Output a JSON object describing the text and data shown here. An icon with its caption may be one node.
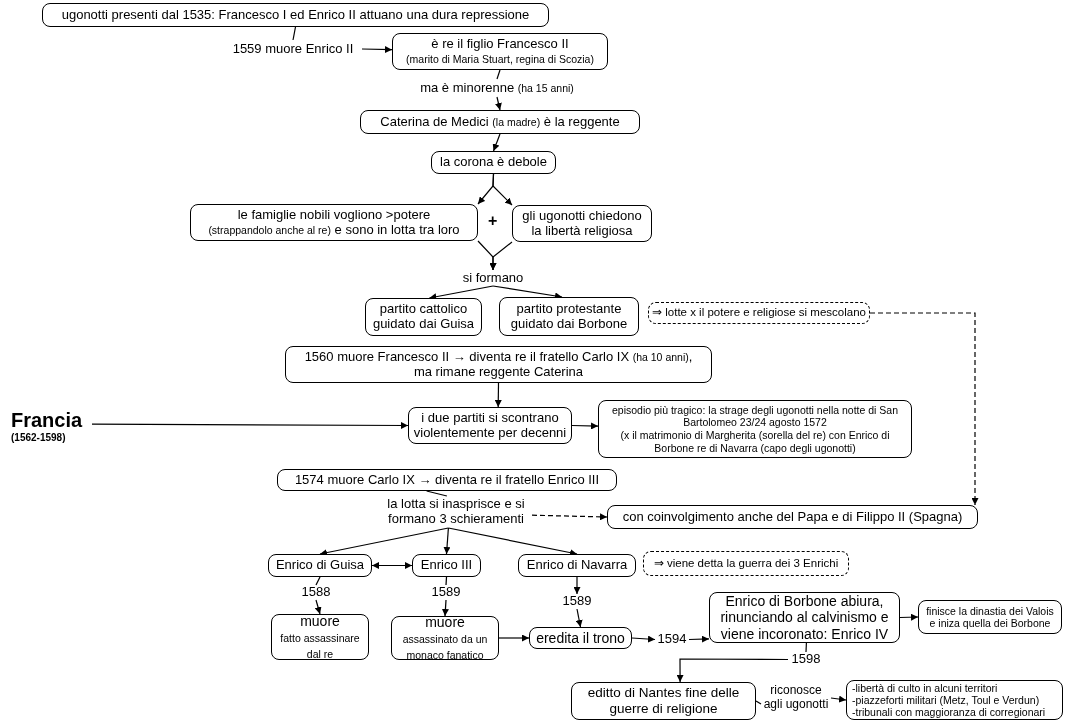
{
  "diagram": {
    "nodes": [
      {
        "text": [
          "ugonotti presenti dal 1535: Francesco I ed Enrico II attuano una dura repressione"
        ]
      },
      {
        "text": [
          "1559 muore Enrico II"
        ]
      },
      {
        "text": [
          "è re il figlio Francesco II",
          "(marito di Maria Stuart, regina di Scozia)"
        ]
      },
      {
        "text": [
          "ma è minorenne",
          "(ha 15 anni)"
        ]
      },
      {
        "text": [
          "Caterina de Medici",
          "(la madre)",
          "è la reggente"
        ]
      },
      {
        "text": [
          "la corona è debole"
        ]
      },
      {
        "text": [
          "le famiglie nobili vogliono >potere",
          "(strappandolo anche al re)",
          "e sono in lotta tra loro"
        ]
      },
      {
        "text": [
          "gli ugonotti chiedono la libertà religiosa"
        ]
      },
      {
        "text": [
          "si formano"
        ]
      },
      {
        "text": [
          "partito cattolico guidato dai Guisa"
        ]
      },
      {
        "text": [
          "partito protestante guidato dai Borbone"
        ]
      },
      {
        "text": [
          "⇒ lotte x il potere e religiose si mescolano"
        ]
      },
      {
        "text": [
          "1560 muore Francesco II → diventa re il fratello Carlo IX",
          "(ha 10 anni)",
          ",",
          "ma rimane reggente Caterina"
        ]
      },
      {
        "text": [
          "Francia",
          "(1562-1598)"
        ]
      },
      {
        "text": [
          "i due partiti si scontrano violentemente per decenni"
        ]
      },
      {
        "text": [
          "episodio più tragico: la strage degli ugonotti nella notte di San Bartolomeo 23/24 agosto 1572",
          "(x il matrimonio di Margherita (sorella del re) con Enrico di Borbone re di Navarra (capo degli ugonotti)"
        ]
      },
      {
        "text": [
          "1574 muore Carlo IX → diventa re il fratello Enrico III"
        ]
      },
      {
        "text": [
          "la lotta si inasprisce e si formano 3 schieramenti"
        ]
      },
      {
        "text": [
          "con coinvolgimento anche del Papa e di Filippo II (Spagna)"
        ]
      },
      {
        "text": [
          "Enrico di Guisa"
        ]
      },
      {
        "text": [
          "Enrico III"
        ]
      },
      {
        "text": [
          "Enrico di Navarra"
        ]
      },
      {
        "text": [
          "⇒ viene detta la guerra dei 3 Enrichi"
        ]
      },
      {
        "text": [
          "1588"
        ]
      },
      {
        "text": [
          "1589"
        ]
      },
      {
        "text": [
          "1589"
        ]
      },
      {
        "text": [
          "muore",
          "fatto assassinare dal re"
        ]
      },
      {
        "text": [
          "muore",
          "assassinato da un monaco fanatico"
        ]
      },
      {
        "text": [
          "eredita il trono"
        ]
      },
      {
        "text": [
          "1594"
        ]
      },
      {
        "text": [
          "Enrico di Borbone abiura, rinunciando al calvinismo e viene incoronato: Enrico IV"
        ]
      },
      {
        "text": [
          "finisce la dinastia dei Valois e iniza quella dei Borbone"
        ]
      },
      {
        "text": [
          "1598"
        ]
      },
      {
        "text": [
          "editto di Nantes fine delle guerre di religione"
        ]
      },
      {
        "text": [
          "riconosce agli ugonotti"
        ]
      },
      {
        "text": [
          "-libertà di culto in alcuni territori",
          "-piazzeforti militari  (Metz, Toul e Verdun)",
          "-tribunali con maggioranza di corregionari"
        ]
      }
    ],
    "edges": [
      {
        "from": 0,
        "to": 1,
        "arrow": "none"
      },
      {
        "from": 1,
        "to": 2,
        "arrow": "to"
      },
      {
        "from": 2,
        "to": 3,
        "arrow": "none"
      },
      {
        "from": 3,
        "to": 4,
        "arrow": "to"
      },
      {
        "from": 4,
        "to": 5,
        "arrow": "to"
      },
      {
        "from": 5,
        "to": 6,
        "arrow": "to"
      },
      {
        "from": 5,
        "to": 7,
        "arrow": "to"
      },
      {
        "from": 6,
        "to": 8,
        "arrow": "to"
      },
      {
        "from": 7,
        "to": 8,
        "arrow": "to"
      },
      {
        "from": 8,
        "to": 9,
        "arrow": "to"
      },
      {
        "from": 8,
        "to": 10,
        "arrow": "to"
      },
      {
        "from": 11,
        "to": 18,
        "arrow": "to",
        "style": "dashed"
      },
      {
        "from": 12,
        "to": 14,
        "arrow": "to"
      },
      {
        "from": 13,
        "to": 14,
        "arrow": "to"
      },
      {
        "from": 14,
        "to": 15,
        "arrow": "to"
      },
      {
        "from": 16,
        "to": 17,
        "arrow": "none"
      },
      {
        "from": 17,
        "to": 18,
        "arrow": "to",
        "style": "dashed"
      },
      {
        "from": 17,
        "to": 19,
        "arrow": "to"
      },
      {
        "from": 17,
        "to": 20,
        "arrow": "to"
      },
      {
        "from": 17,
        "to": 21,
        "arrow": "to"
      },
      {
        "from": 19,
        "to": 20,
        "arrow": "both"
      },
      {
        "from": 19,
        "to": 23,
        "arrow": "none"
      },
      {
        "from": 23,
        "to": 26,
        "arrow": "to"
      },
      {
        "from": 20,
        "to": 24,
        "arrow": "none"
      },
      {
        "from": 24,
        "to": 27,
        "arrow": "to"
      },
      {
        "from": 21,
        "to": 25,
        "arrow": "to"
      },
      {
        "from": 25,
        "to": 28,
        "arrow": "to"
      },
      {
        "from": 27,
        "to": 28,
        "arrow": "to"
      },
      {
        "from": 28,
        "to": 29,
        "arrow": "to"
      },
      {
        "from": 29,
        "to": 30,
        "arrow": "to"
      },
      {
        "from": 30,
        "to": 31,
        "arrow": "to"
      },
      {
        "from": 30,
        "to": 32,
        "arrow": "none"
      },
      {
        "from": 32,
        "to": 33,
        "arrow": "to"
      },
      {
        "from": 33,
        "to": 34,
        "arrow": "none"
      },
      {
        "from": 34,
        "to": 35,
        "arrow": "to"
      }
    ],
    "labels": [
      "+"
    ]
  }
}
